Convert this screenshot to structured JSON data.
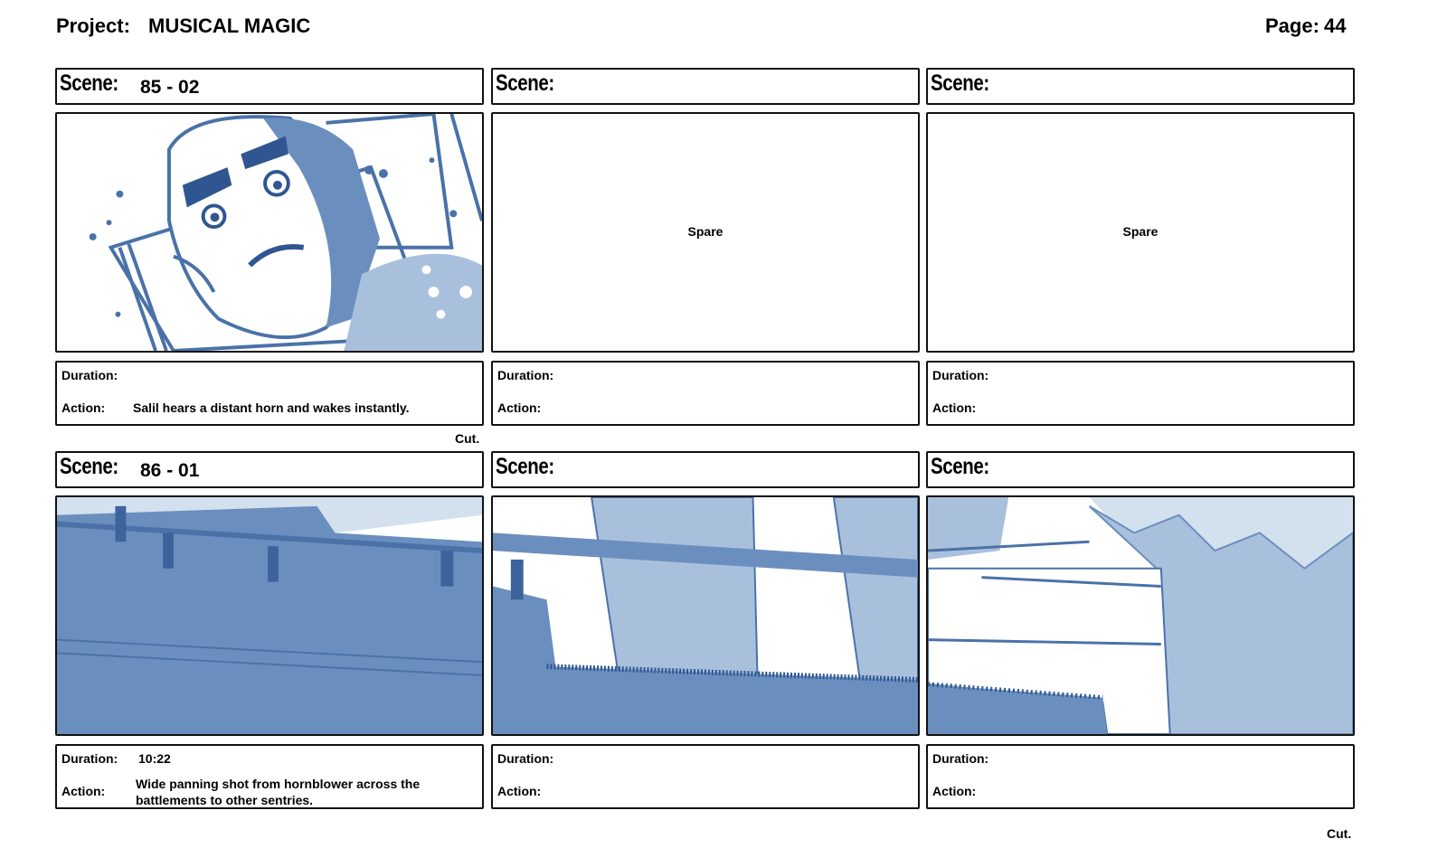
{
  "header": {
    "project_label": "Project:",
    "project_name": "MUSICAL MAGIC",
    "page_label": "Page:",
    "page_number": "44"
  },
  "scene_label": "Scene:",
  "duration_label": "Duration:",
  "action_label": "Action:",
  "rows": [
    {
      "panels": [
        {
          "scene": "85 - 02",
          "duration": "",
          "action": "Salil hears a distant horn and wakes instantly.",
          "frame": "drawing"
        },
        {
          "scene": "",
          "duration": "",
          "action": "",
          "frame": "Spare"
        },
        {
          "scene": "",
          "duration": "",
          "action": "",
          "frame": "Spare"
        }
      ],
      "transition": "Cut."
    },
    {
      "panels": [
        {
          "scene": "86 - 01",
          "duration": "10:22",
          "action": "Wide panning shot from hornblower across the battlements to other sentries.",
          "frame": "drawing"
        },
        {
          "scene": "",
          "duration": "",
          "action": "",
          "frame": "drawing"
        },
        {
          "scene": "",
          "duration": "",
          "action": "",
          "frame": "drawing"
        }
      ],
      "transition": "Cut."
    }
  ],
  "colors": {
    "sketch_dark": "#4a72a8",
    "sketch_mid": "#6a8fbf",
    "sketch_light": "#a9c0dd",
    "sketch_pale": "#d3e0ee"
  }
}
